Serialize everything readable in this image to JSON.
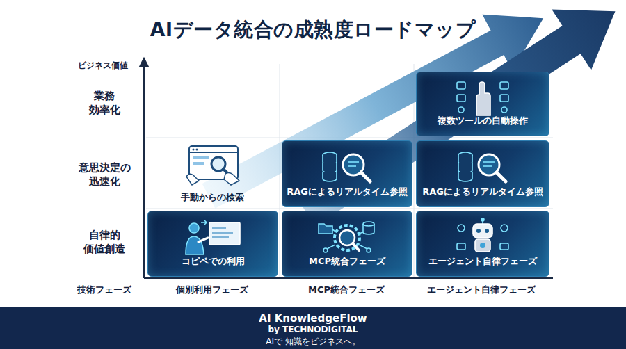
{
  "diagram": {
    "title": "AIデータ統合の成熟度ロードマップ",
    "nodes": [
      {
        "text": [
          "複数ツールの自動操作"
        ]
      },
      {
        "text": [
          "RAGによるリアルタイム参照"
        ]
      },
      {
        "text": [
          "RAGによるリアルタイム参照"
        ]
      },
      {
        "text": [
          "コピペでの利用"
        ]
      },
      {
        "text": [
          "MCP統合フェーズ"
        ]
      },
      {
        "text": [
          "エージェント自律フェーズ"
        ]
      },
      {
        "text": [
          "AI KnowledgeFlow",
          "by TECHNODIGITAL",
          "AIで 知識をビジネスへ。"
        ]
      }
    ],
    "labels": [
      "ビジネス価値",
      "業務 効率化",
      "意思決定の 迅速化",
      "手動からの検索",
      "自律的 価値創造",
      "技術フェーズ",
      "個別利用フェーズ",
      "MCP統合フェーズ",
      "エージェント自律フェーズ"
    ]
  }
}
